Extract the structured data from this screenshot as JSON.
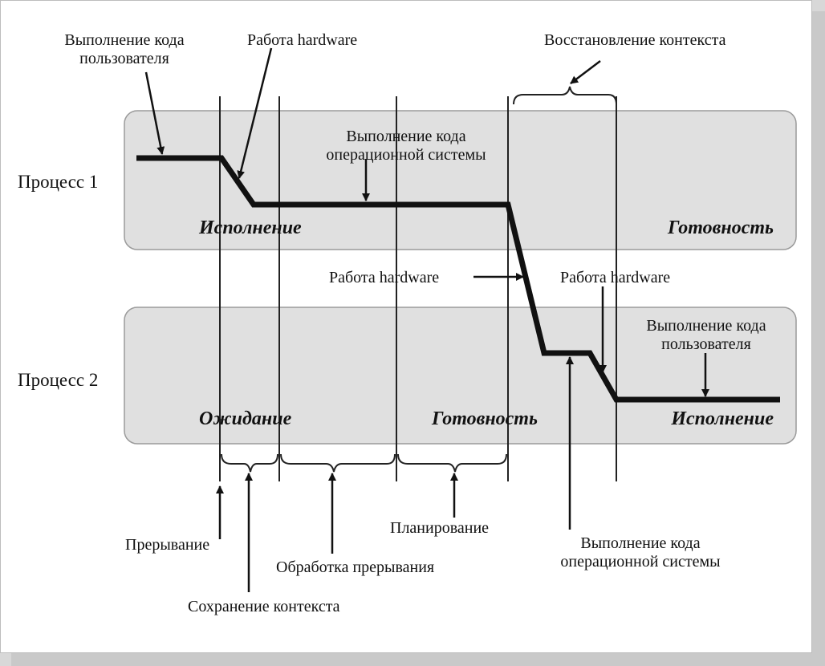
{
  "processes": {
    "p1": {
      "label": "Процесс 1",
      "state_left": "Исполнение",
      "state_right": "Готовность"
    },
    "p2": {
      "label": "Процесс 2",
      "state_left": "Ожидание",
      "state_mid": "Готовность",
      "state_right": "Исполнение"
    }
  },
  "annotations": {
    "user_code_1": [
      "Выполнение кода",
      "пользователя"
    ],
    "hardware_1": "Работа hardware",
    "os_code_1": [
      "Выполнение кода",
      "операционной системы"
    ],
    "context_restore": "Восстановление контекста",
    "hardware_2": "Работа hardware",
    "hardware_3": "Работа hardware",
    "user_code_2": [
      "Выполнение кода",
      "пользователя"
    ],
    "interrupt": "Прерывание",
    "interrupt_handling": "Обработка прерывания",
    "context_save": "Сохранение контекста",
    "scheduling": "Планирование",
    "os_code_2": [
      "Выполнение кода",
      "операционной системы"
    ]
  }
}
